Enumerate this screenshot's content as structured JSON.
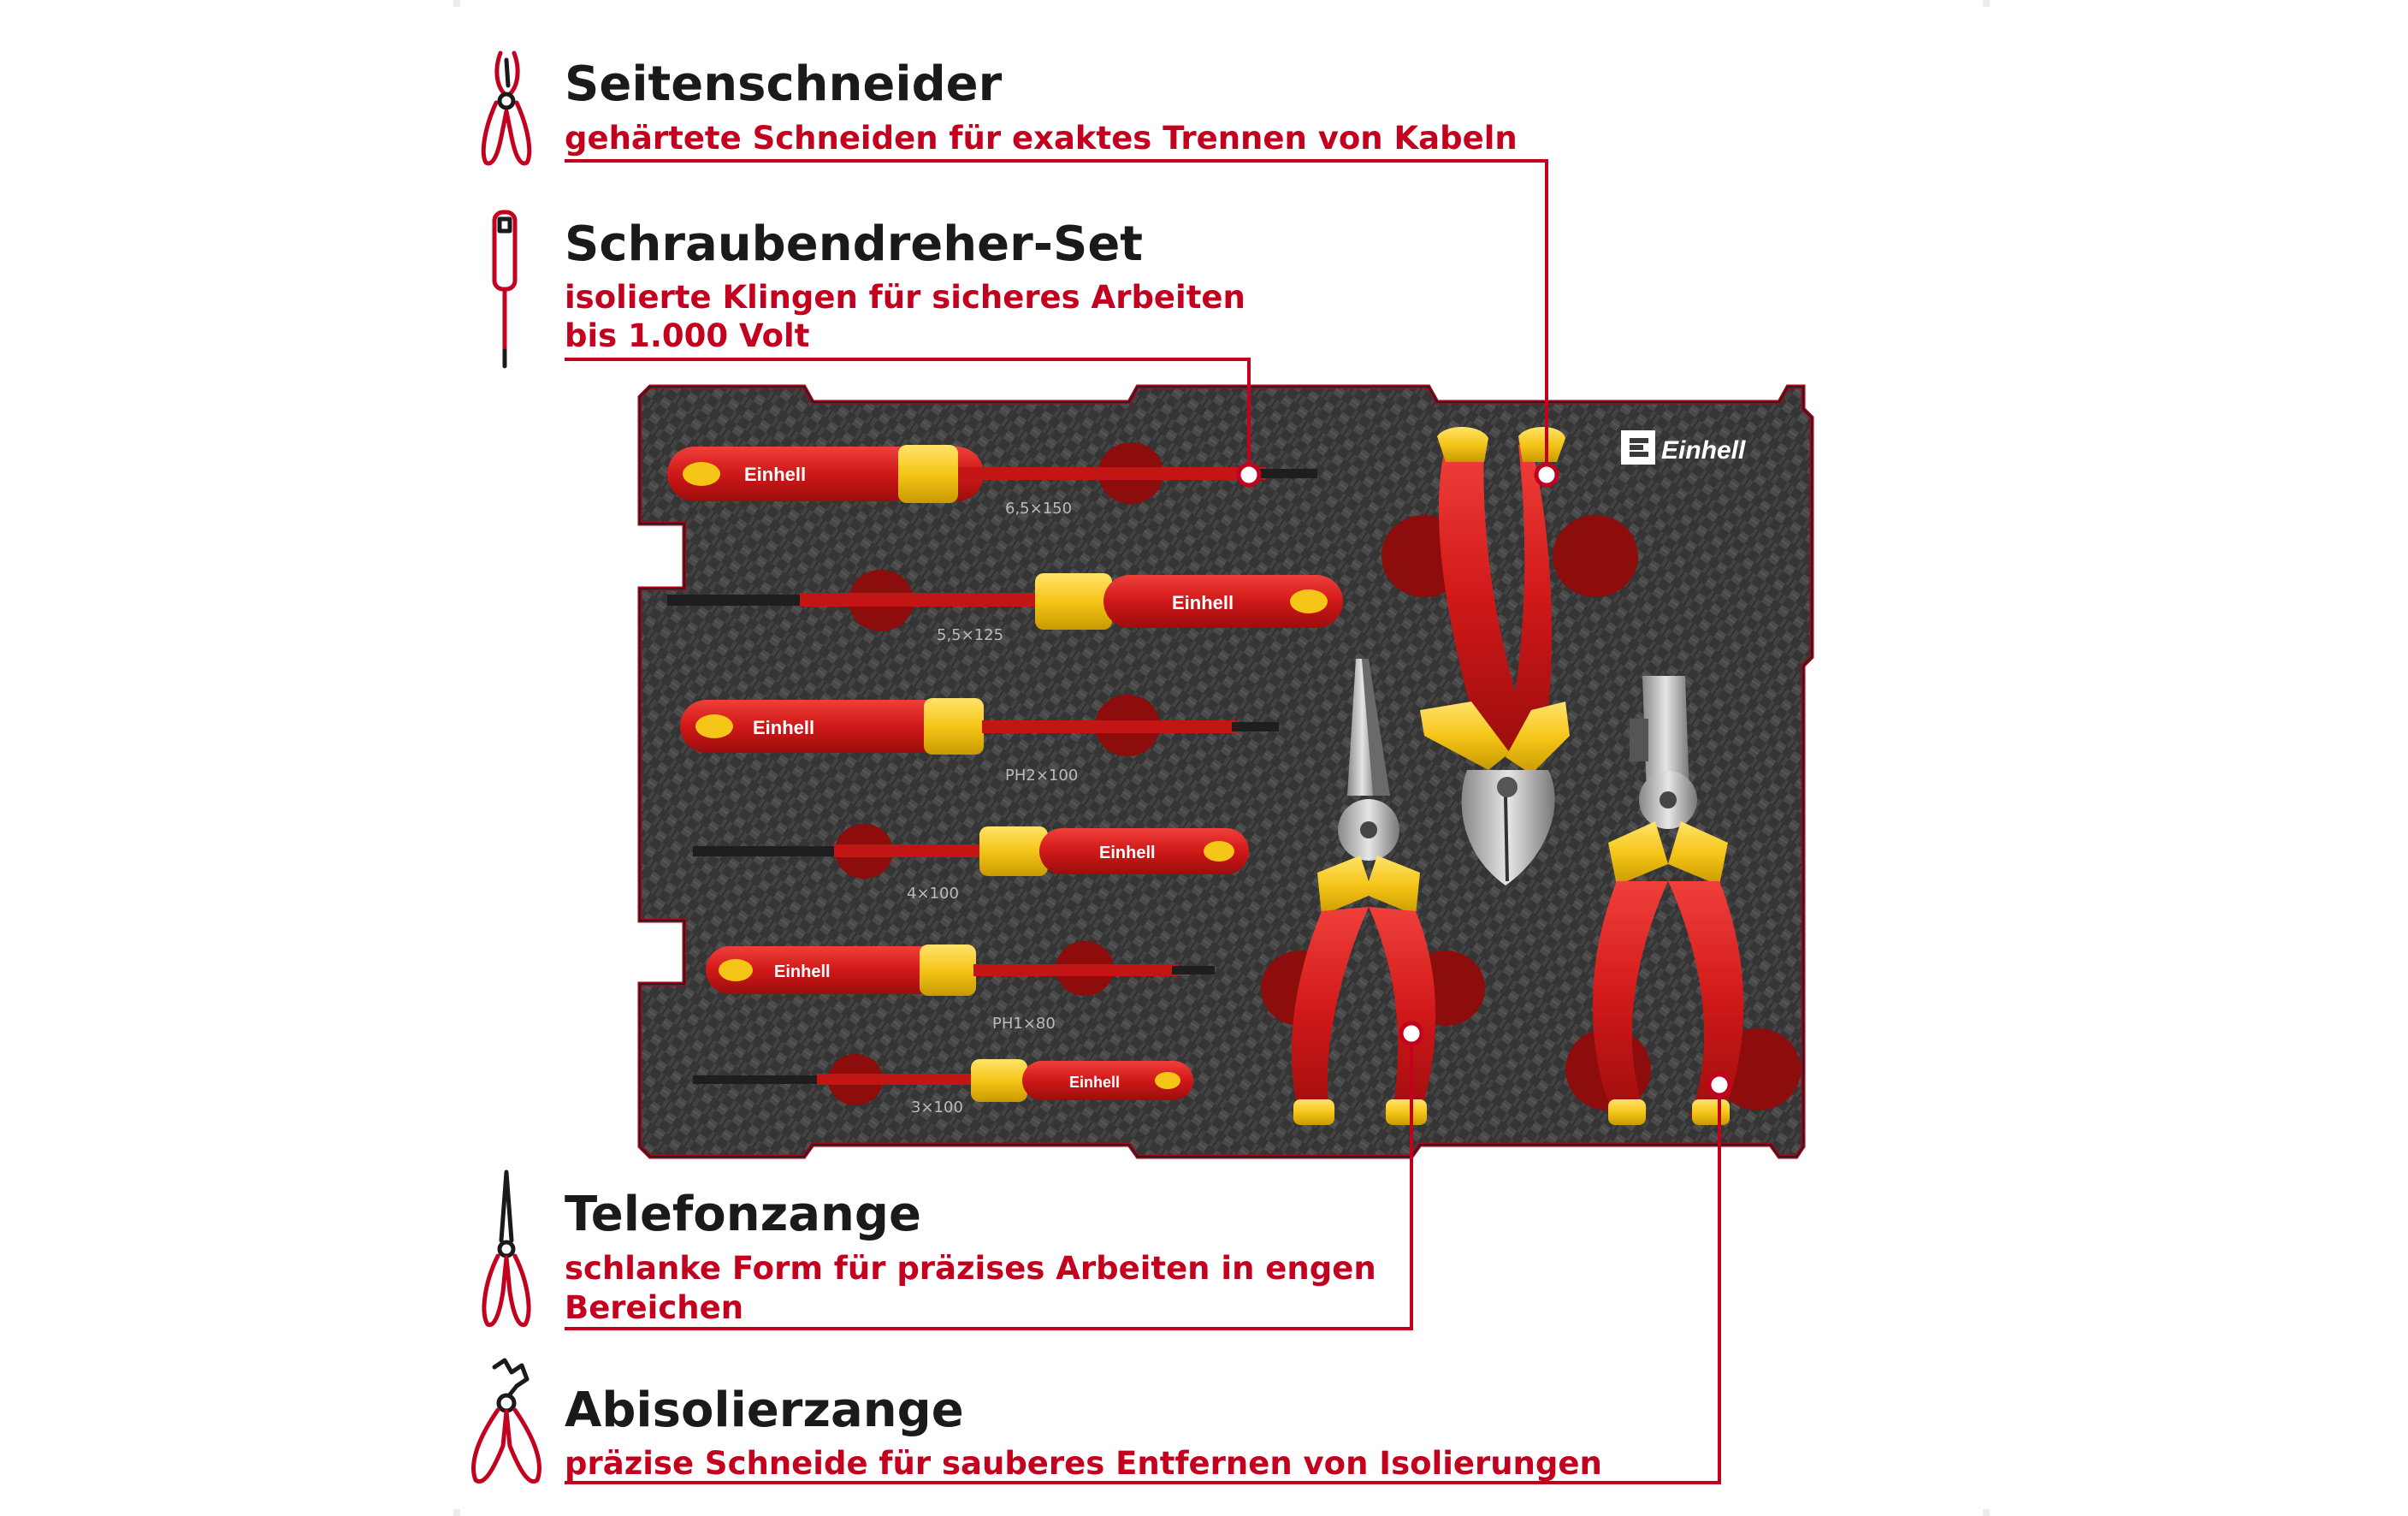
{
  "features": [
    {
      "title": "Seitenschneider",
      "desc": [
        "gehärtete Schneiden für exaktes Trennen von Kabeln"
      ],
      "icon": "side-cutter-icon"
    },
    {
      "title": "Schraubendreher-Set",
      "desc": [
        "isolierte Klingen für sicheres Arbeiten",
        "bis 1.000 Volt"
      ],
      "icon": "screwdriver-icon"
    },
    {
      "title": "Telefonzange",
      "desc": [
        "schlanke Form für präzises Arbeiten in engen",
        "Bereichen"
      ],
      "icon": "needle-nose-pliers-icon"
    },
    {
      "title": "Abisolierzange",
      "desc": [
        "präzise Schneide für sauberes Entfernen von Isolierungen"
      ],
      "icon": "wire-stripper-icon"
    }
  ],
  "brand": "Einhell",
  "screwdriver_sizes": [
    "6,5×150",
    "5,5×125",
    "PH2×100",
    "4×100",
    "PH1×80",
    "3×100"
  ],
  "colors": {
    "accent": "#c4001f",
    "handle_red": "#d21a1a",
    "handle_yellow": "#f5c518",
    "foam": "#3a3a3a",
    "text": "#1a1a1a"
  }
}
